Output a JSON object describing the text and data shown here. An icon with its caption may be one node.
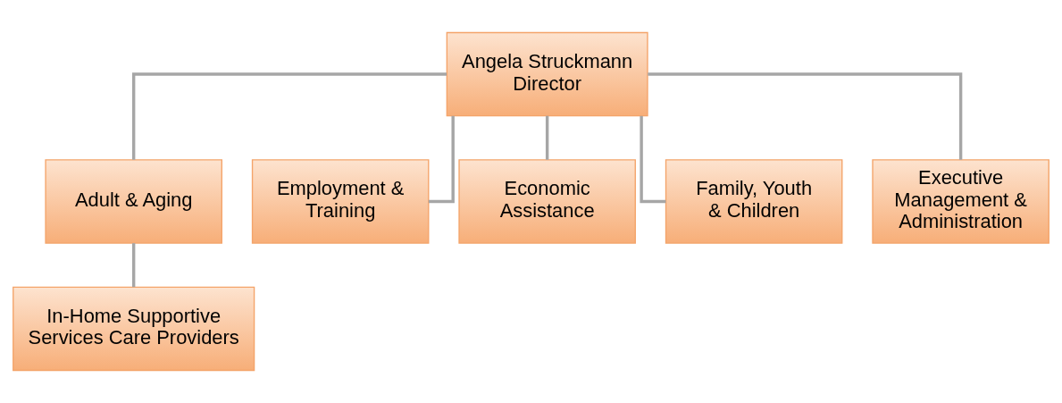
{
  "diagram": {
    "nodes": [
      {
        "text": [
          "Angela Struckmann",
          "Director"
        ]
      },
      {
        "text": [
          "Adult & Aging"
        ]
      },
      {
        "text": [
          "Employment & Training"
        ]
      },
      {
        "text": [
          "Economic Assistance"
        ]
      },
      {
        "text": [
          "Family, Youth & Children"
        ]
      },
      {
        "text": [
          "Executive Management & Administration"
        ]
      },
      {
        "text": [
          "In-Home Supportive Services Care Providers"
        ]
      }
    ],
    "edges": [
      {
        "from": 0,
        "to": 1,
        "arrow": "none"
      },
      {
        "from": 0,
        "to": 2,
        "arrow": "none"
      },
      {
        "from": 0,
        "to": 3,
        "arrow": "none"
      },
      {
        "from": 0,
        "to": 4,
        "arrow": "none"
      },
      {
        "from": 0,
        "to": 5,
        "arrow": "none"
      },
      {
        "from": 1,
        "to": 6,
        "arrow": "none"
      }
    ]
  }
}
